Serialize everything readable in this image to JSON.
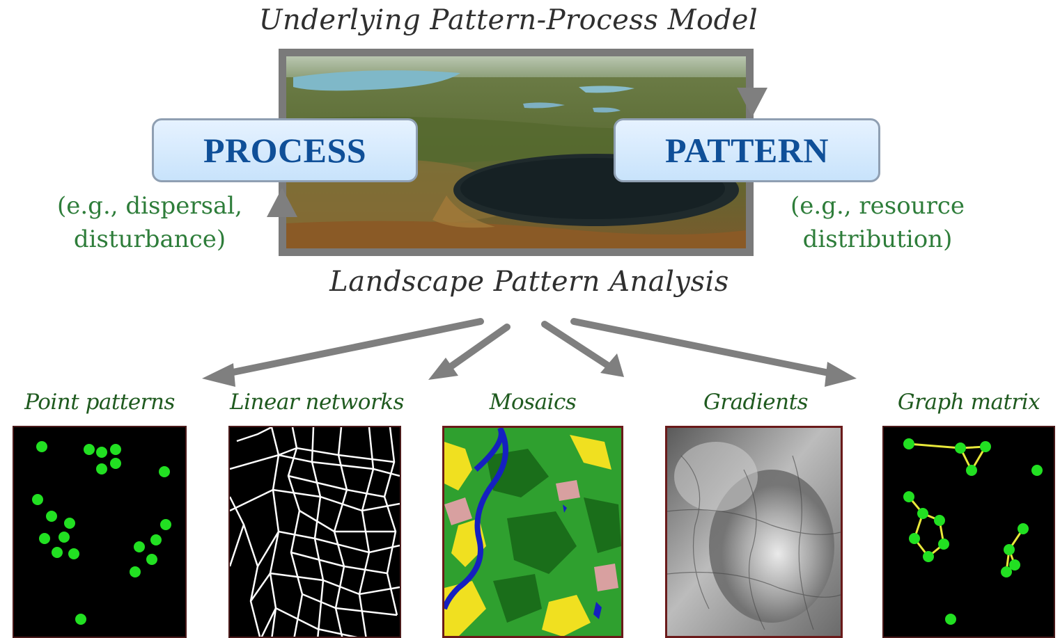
{
  "title_top": "Underlying Pattern-Process Model",
  "title_bottom": "Landscape Pattern Analysis",
  "boxes": {
    "process": "PROCESS",
    "pattern": "PATTERN"
  },
  "examples": {
    "process_line1": "(e.g., dispersal,",
    "process_line2": "disturbance)",
    "pattern_line1": "(e.g., resource",
    "pattern_line2": "distribution)"
  },
  "panels": [
    {
      "title": "Point patterns"
    },
    {
      "title": "Linear networks"
    },
    {
      "title": "Mosaics"
    },
    {
      "title": "Gradients"
    },
    {
      "title": "Graph matrix"
    }
  ],
  "colors": {
    "box_text": "#0f4f98",
    "example_text": "#2e7d3a",
    "panel_title": "#1f5a1f",
    "arrow": "#7f7f7f",
    "points": "#22e022",
    "graph_edges": "#e8e83a"
  }
}
